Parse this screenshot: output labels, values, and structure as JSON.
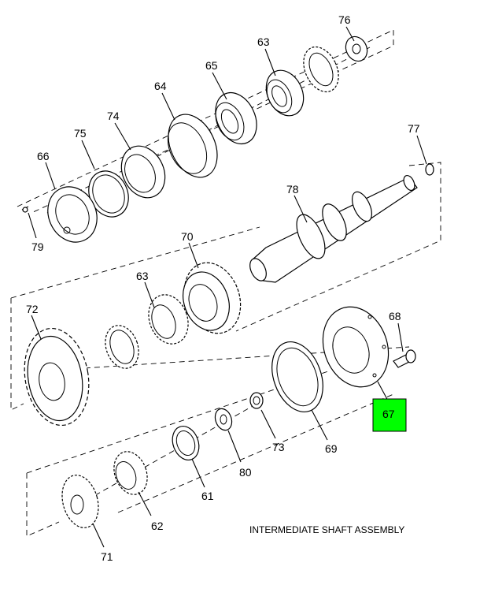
{
  "caption": "INTERMEDIATE SHAFT ASSEMBLY",
  "highlight_color": "#00ff00",
  "callouts": {
    "c76": "76",
    "c63a": "63",
    "c65": "65",
    "c64": "64",
    "c74": "74",
    "c75": "75",
    "c66": "66",
    "c79": "79",
    "c77": "77",
    "c78": "78",
    "c70": "70",
    "c63b": "63",
    "c72": "72",
    "c68": "68",
    "c67": "67",
    "c69": "69",
    "c73": "73",
    "c80": "80",
    "c61": "61",
    "c62": "62",
    "c71": "71"
  }
}
